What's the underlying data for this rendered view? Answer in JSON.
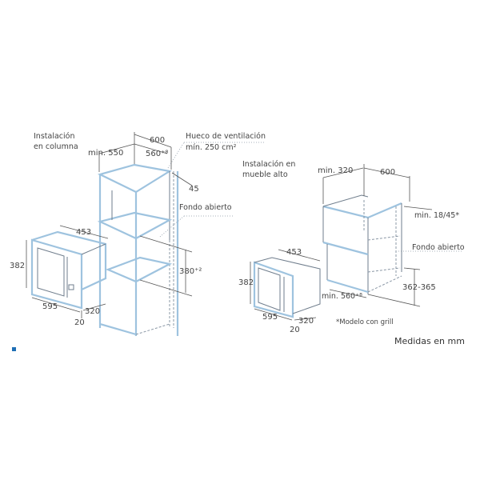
{
  "left_section": {
    "title_line1": "Instalación",
    "title_line2": "en columna",
    "dims": {
      "width_600": "600",
      "min_550": "min. 550",
      "niche_560": "560⁺⁸",
      "ventilation_line1": "Hueco de ventilación",
      "ventilation_line2": "mín. 250 cm²",
      "gap_45": "45",
      "open_back": "Fondo abierto",
      "height_380": "380⁺²",
      "depth_453": "453",
      "height_382": "382",
      "width_595": "595",
      "depth_320": "320",
      "front_20": "20"
    }
  },
  "right_section": {
    "title_line1": "Instalación en",
    "title_line2": "mueble alto",
    "dims": {
      "min_320": "min. 320",
      "width_600": "600",
      "min_18_45": "min. 18/45*",
      "open_back": "Fondo abierto",
      "height_362_365": "362-365",
      "min_560": "min. 560⁺⁸",
      "depth_453": "453",
      "height_382": "382",
      "width_595": "595",
      "depth_320": "320",
      "front_20": "20",
      "grill_note": "*Modelo con grill"
    }
  },
  "units_note": "Medidas en mm",
  "colors": {
    "accent": "#1f6fb5",
    "line": "#6f7d8c",
    "edge": "#9ec3df"
  }
}
